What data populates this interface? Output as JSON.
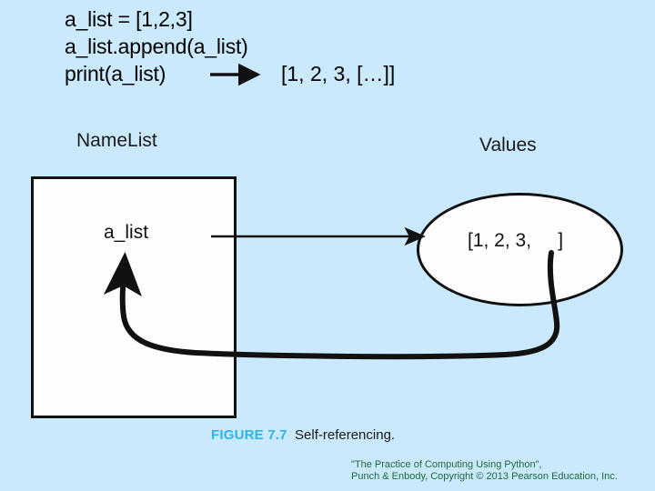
{
  "figure": {
    "background_color": "#cbe9fc",
    "stroke_color": "#111111",
    "fill_color": "#fdfdfd"
  },
  "code": {
    "line1": "a_list = [1,2,3]",
    "line2": "a_list.append(a_list)",
    "line3": "print(a_list)",
    "output": "[1, 2, 3, […]]"
  },
  "diagram": {
    "namelist_heading": "NameList",
    "values_heading": "Values",
    "name_label": "a_list",
    "value_label": "[1, 2, 3,     ]"
  },
  "caption": {
    "number": "FIGURE 7.7",
    "title": "Self-referencing.",
    "number_color": "#2bb4e8"
  },
  "credit": {
    "line1": "\"The Practice of Computing Using Python\",",
    "line2": "Punch & Enbody, Copyright © 2013 Pearson Education, Inc.",
    "color": "#1d6b3f"
  },
  "icons": {
    "output_arrow": "right-arrow-icon",
    "reference_arrow": "right-arrow-icon",
    "self_reference_curve": "curved-arrow-icon"
  }
}
